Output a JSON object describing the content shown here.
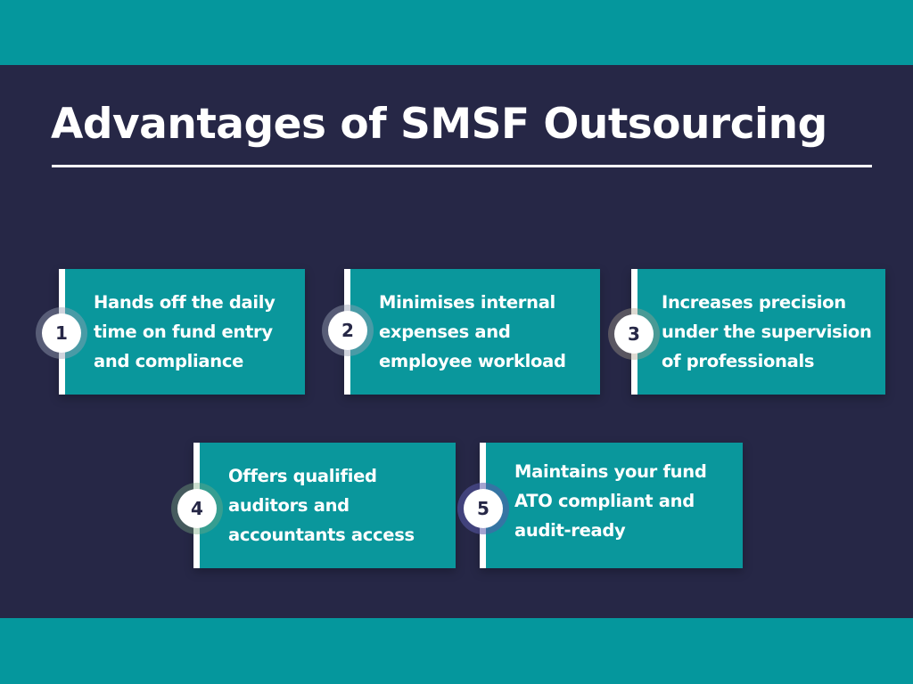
{
  "title": "Advantages of SMSF Outsourcing",
  "colors": {
    "band": "#05979d",
    "background": "#262746",
    "card": "#0a979c",
    "accent_bar": "#ffffff",
    "badge_text": "#262746"
  },
  "items": [
    {
      "number": "1",
      "text": "Hands off the daily time on fund entry and compliance",
      "halo": "rgba(150,160,180,0.45)"
    },
    {
      "number": "2",
      "text": "Minimises internal expenses and employee workload",
      "halo": "rgba(150,160,180,0.45)"
    },
    {
      "number": "3",
      "text": "Increases precision under the supervision of professionals",
      "halo": "rgba(170,160,140,0.40)"
    },
    {
      "number": "4",
      "text": "Offers qualified auditors and accountants access",
      "halo": "rgba(120,170,130,0.40)"
    },
    {
      "number": "5",
      "text": "Maintains your fund ATO compliant and audit-ready",
      "halo": "rgba(90,90,170,0.55)"
    }
  ]
}
